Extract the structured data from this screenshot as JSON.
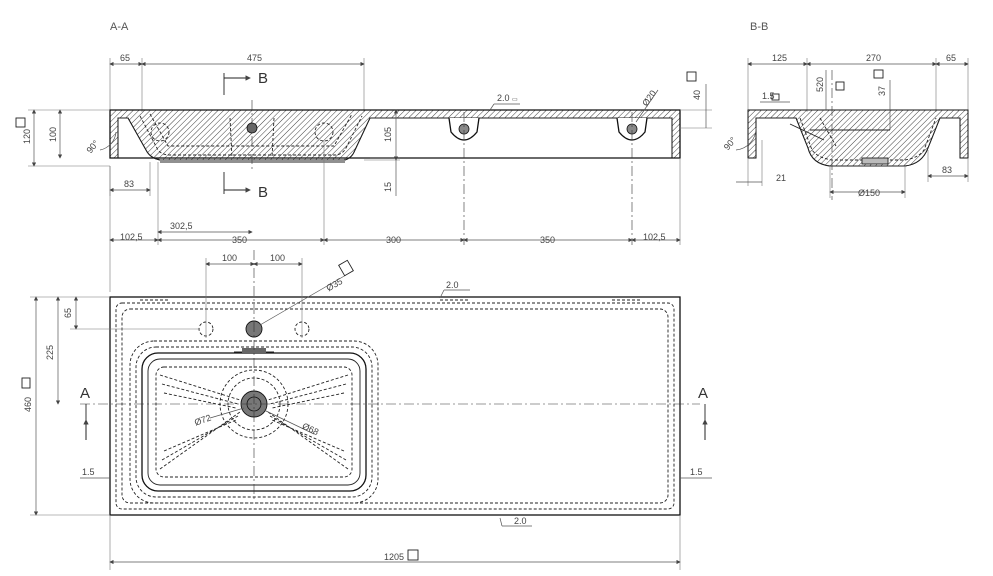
{
  "sections": {
    "aa": "A-A",
    "bb": "B-B"
  },
  "cut_labels": {
    "a": "A",
    "b": "B"
  },
  "aa_dims": {
    "d65": "65",
    "d475": "475",
    "d120": "120",
    "d100": "100",
    "d90": "90°",
    "d105": "105",
    "d15": "15",
    "d40": "40",
    "d20": "Ø20",
    "d2a": "2.0",
    "d83": "83",
    "d302": "302,5",
    "d102a": "102,5",
    "d350a": "350",
    "d300": "300",
    "d350b": "350",
    "d102b": "102,5"
  },
  "bb_dims": {
    "d125": "125",
    "d270": "270",
    "d65": "65",
    "d520": "520",
    "d37": "37",
    "d15": "1.5",
    "d90": "90°",
    "d21": "21",
    "d150": "Ø150",
    "d83": "83"
  },
  "plan_dims": {
    "d100a": "100",
    "d100b": "100",
    "d35": "Ø35",
    "d20top": "2.0",
    "d65": "65",
    "d225": "225",
    "d460": "460",
    "d72": "Ø72",
    "d68": "Ø68",
    "d15l": "1.5",
    "d15r": "1.5",
    "d20bot": "2.0",
    "d1205": "1205"
  },
  "symbols": {
    "box": "▭"
  }
}
